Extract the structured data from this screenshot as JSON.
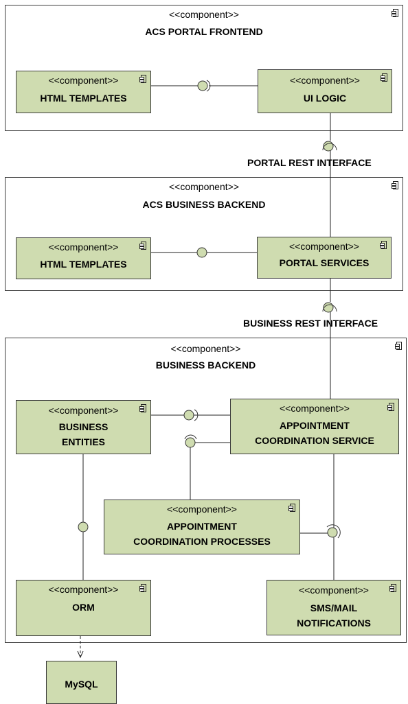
{
  "stereotype": "<<component>>",
  "packages": {
    "frontend": {
      "title": "ACS PORTAL FRONTEND"
    },
    "business_backend": {
      "title": "ACS BUSINESS BACKEND"
    },
    "backend": {
      "title": "BUSINESS BACKEND"
    }
  },
  "components": {
    "fe_html_templates": {
      "lines": [
        "HTML TEMPLATES"
      ]
    },
    "fe_ui_logic": {
      "lines": [
        "UI LOGIC"
      ]
    },
    "bb_html_templates": {
      "lines": [
        "HTML TEMPLATES"
      ]
    },
    "bb_portal_services": {
      "lines": [
        "PORTAL SERVICES"
      ]
    },
    "be_business_entities": {
      "lines": [
        "BUSINESS",
        "ENTITIES"
      ]
    },
    "be_appointment_service": {
      "lines": [
        "APPOINTMENT",
        "COORDINATION SERVICE"
      ]
    },
    "be_appointment_processes": {
      "lines": [
        "APPOINTMENT",
        "COORDINATION PROCESSES"
      ]
    },
    "be_orm": {
      "lines": [
        "ORM"
      ]
    },
    "be_notifications": {
      "lines": [
        "SMS/MAIL",
        "NOTIFICATIONS"
      ]
    },
    "mysql": {
      "lines": [
        "MySQL"
      ]
    }
  },
  "interfaces": {
    "portal_rest": "PORTAL REST INTERFACE",
    "business_rest": "BUSINESS REST INTERFACE"
  }
}
